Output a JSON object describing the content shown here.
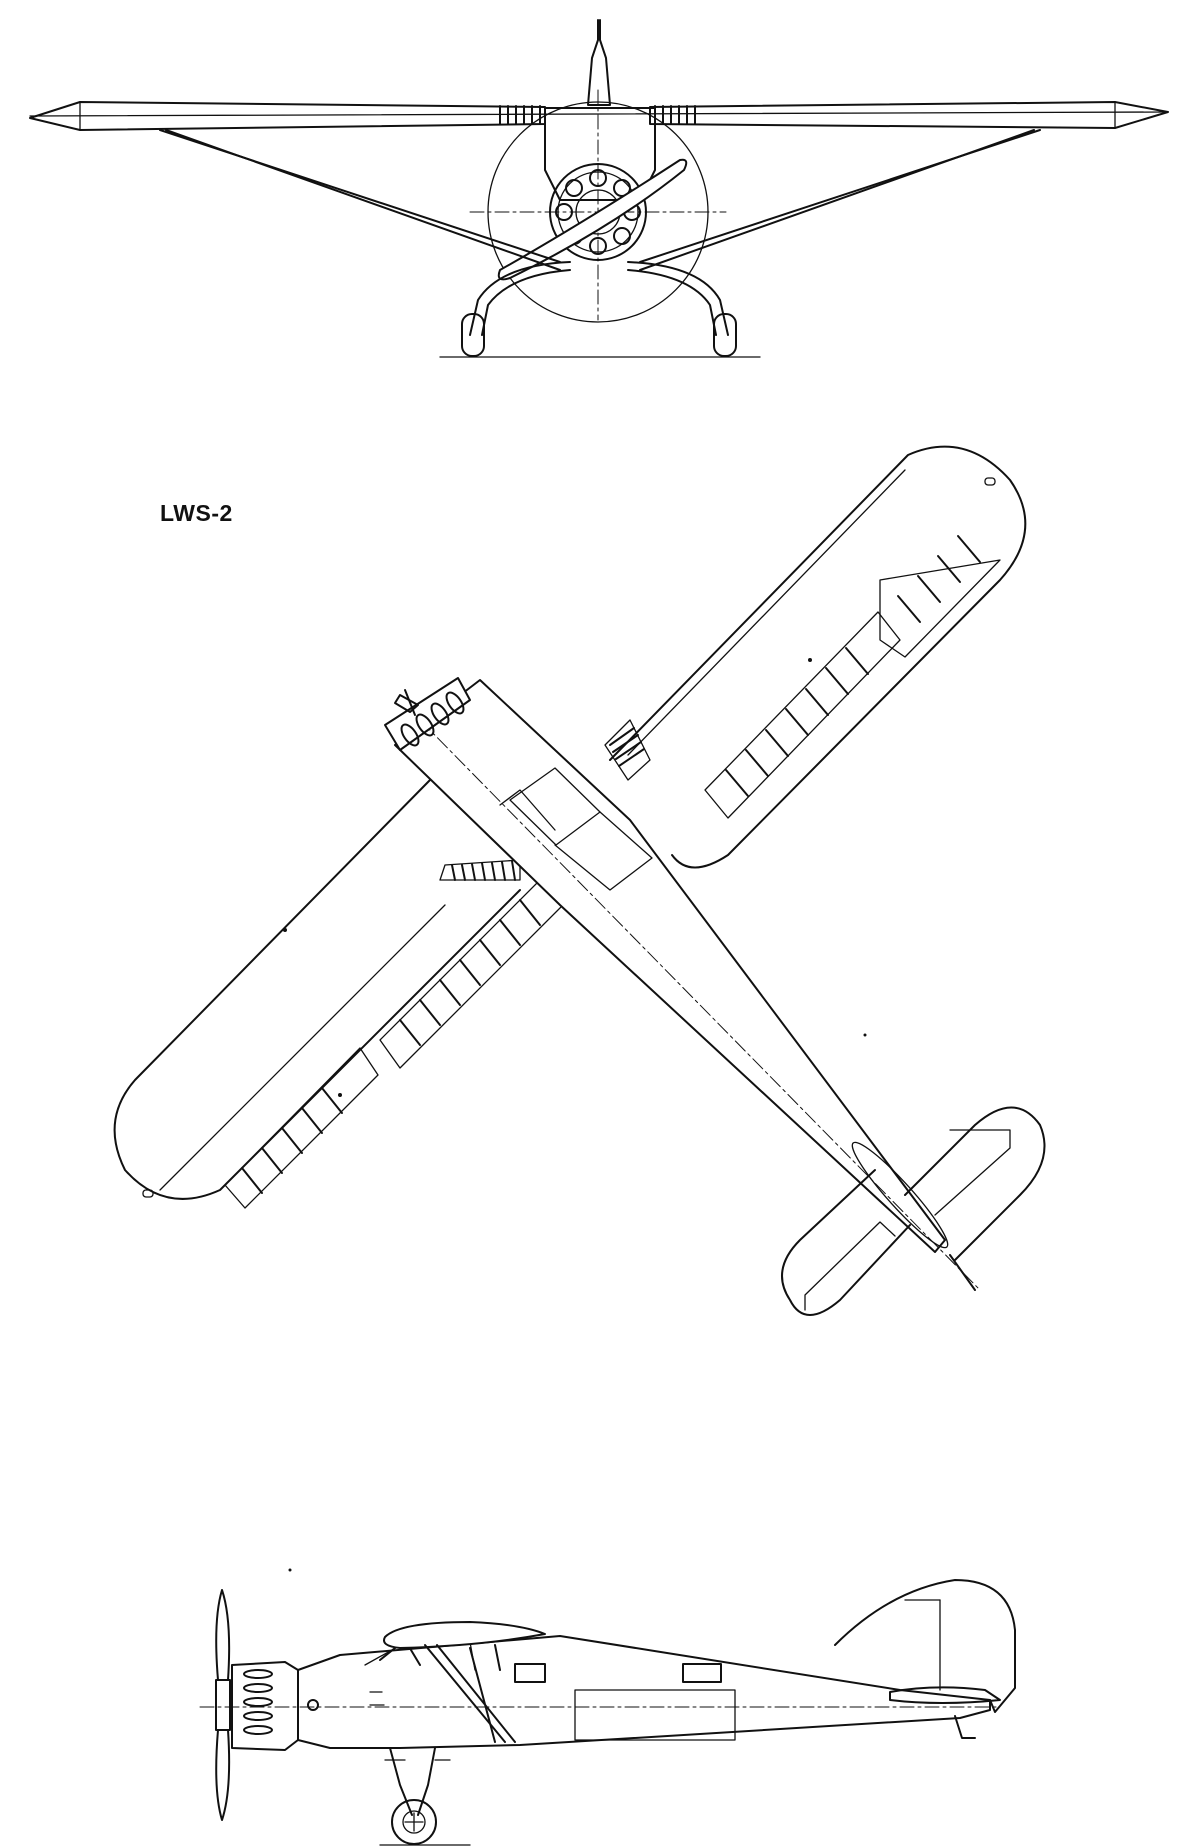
{
  "designation": "LWS-2",
  "views": [
    {
      "id": "front",
      "name": "front-view"
    },
    {
      "id": "top",
      "name": "top-view"
    },
    {
      "id": "side",
      "name": "side-view"
    }
  ],
  "line_color": "#111111",
  "background": "#ffffff"
}
